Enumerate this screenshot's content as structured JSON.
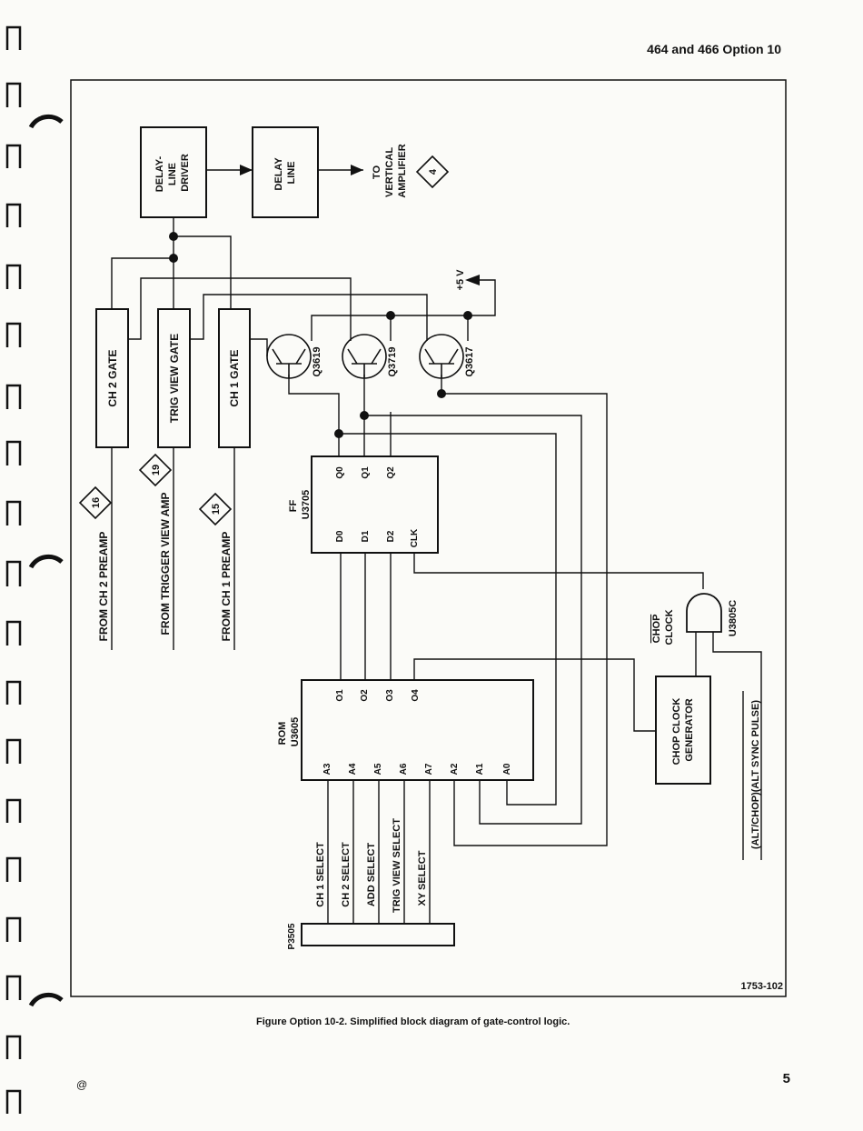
{
  "header": "464 and 466 Option 10",
  "caption": "Figure Option 10-2.  Simplified block diagram of gate-control  logic.",
  "page_number": "5",
  "at_mark": "@",
  "figure_id": "1753-102",
  "blocks": {
    "delay_line_driver": [
      "DELAY-",
      "LINE",
      "DRIVER"
    ],
    "delay_line": [
      "DELAY",
      "LINE"
    ],
    "to_vertical": [
      "TO",
      "VERTICAL",
      "AMPLIFIER"
    ],
    "vertical_ref": "4",
    "plus5v": "+5 V",
    "ch2_gate": "CH 2 GATE",
    "trig_view_gate": "TRIG VIEW GATE",
    "ch1_gate": "CH 1 GATE",
    "q3619": "Q3619",
    "q3719": "Q3719",
    "q3617": "Q3617",
    "ff_label": [
      "FF",
      "U3705"
    ],
    "rom_label": [
      "ROM",
      "U3605"
    ],
    "chop_clock_gen": [
      "CHOP CLOCK",
      "GENERATOR"
    ],
    "chop_clock_label": [
      "CHOP",
      "CLOCK"
    ],
    "u3805c": "U3805C",
    "alt_chop": "(ALT/CHOP)(ALT SYNC PULSE)",
    "p3505": "P3505"
  },
  "inputs": [
    {
      "label": "FROM CH 2 PREAMP",
      "ref": "16"
    },
    {
      "label": "FROM TRIGGER VIEW AMP",
      "ref": "19"
    },
    {
      "label": "FROM CH 1 PREAMP",
      "ref": "15"
    }
  ],
  "ff_pins_out": [
    "Q0",
    "Q1",
    "Q2"
  ],
  "ff_pins_in": [
    "D0",
    "D1",
    "D2",
    "CLK"
  ],
  "rom_outputs": [
    "O1",
    "O2",
    "O3",
    "O4"
  ],
  "rom_inputs": [
    "A3",
    "A4",
    "A5",
    "A6",
    "A7",
    "A2",
    "A1",
    "A0"
  ],
  "select_lines": [
    "CH 1 SELECT",
    "CH 2 SELECT",
    "ADD SELECT",
    "TRIG VIEW SELECT",
    "XY SELECT"
  ]
}
